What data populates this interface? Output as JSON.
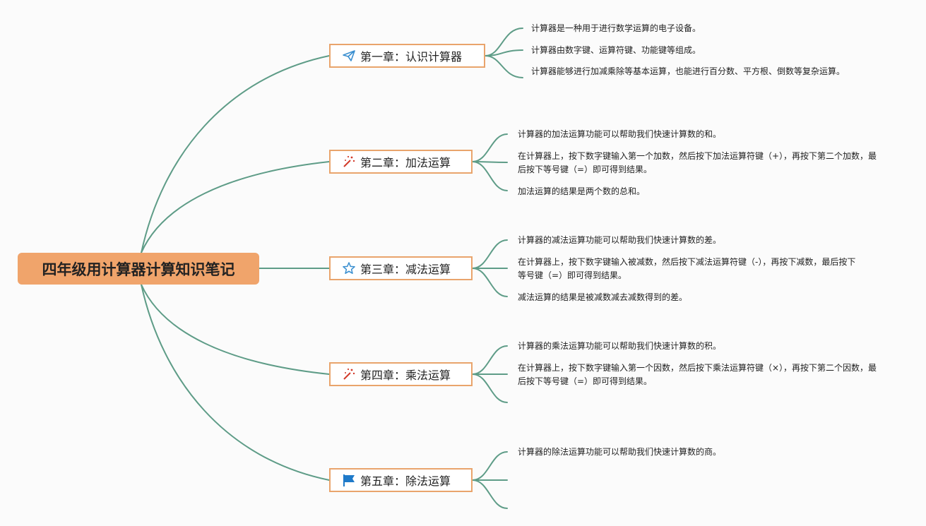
{
  "root": {
    "title": "四年级用计算器计算知识笔记"
  },
  "chapters": [
    {
      "title": "第一章：认识计算器",
      "icon": "paper-plane-icon",
      "notes": [
        "计算器是一种用于进行数学运算的电子设备。",
        "计算器由数字键、运算符键、功能键等组成。",
        "计算器能够进行加减乘除等基本运算，也能进行百分数、平方根、倒数等复杂运算。"
      ]
    },
    {
      "title": "第二章：加法运算",
      "icon": "magic-wand-icon",
      "notes": [
        "计算器的加法运算功能可以帮助我们快速计算数的和。",
        "在计算器上，按下数字键输入第一个加数，然后按下加法运算符键（+），再按下第二个加数，最后按下等号键（=）即可得到结果。",
        "加法运算的结果是两个数的总和。"
      ]
    },
    {
      "title": "第三章：减法运算",
      "icon": "star-icon",
      "notes": [
        "计算器的减法运算功能可以帮助我们快速计算数的差。",
        "在计算器上，按下数字键输入被减数，然后按下减法运算符键（-），再按下减数，最后按下等号键（=）即可得到结果。",
        "减法运算的结果是被减数减去减数得到的差。"
      ]
    },
    {
      "title": "第四章：乘法运算",
      "icon": "magic-wand-icon",
      "notes": [
        "计算器的乘法运算功能可以帮助我们快速计算数的积。",
        "在计算器上，按下数字键输入第一个因数，然后按下乘法运算符键（×），再按下第二个因数，最后按下等号键（=）即可得到结果。",
        ""
      ]
    },
    {
      "title": "第五章：除法运算",
      "icon": "flag-icon",
      "notes": [
        "计算器的除法运算功能可以帮助我们快速计算数的商。",
        "",
        ""
      ]
    }
  ],
  "colors": {
    "line": "#5e9c87",
    "root_fill": "#f0a46b",
    "chapter_border": "#e9a46c"
  }
}
